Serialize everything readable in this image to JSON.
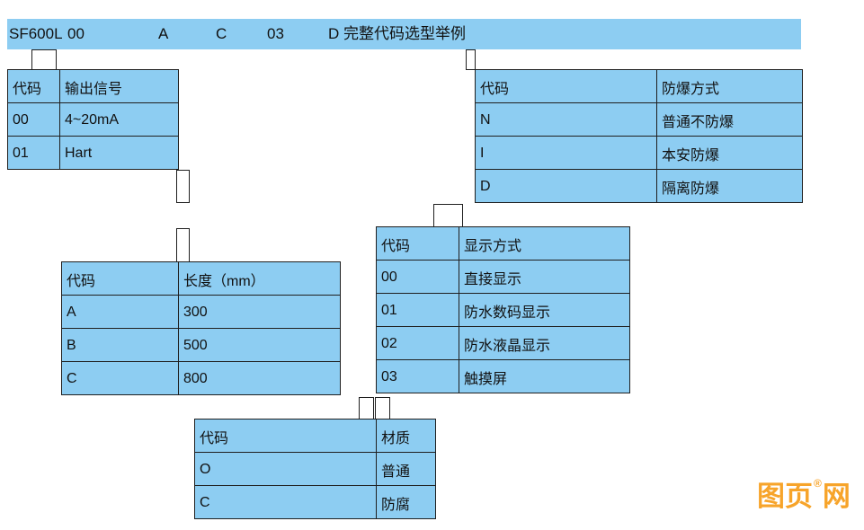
{
  "colors": {
    "table_fill": "#8DCDF2",
    "logo_orange": "#F7A42A"
  },
  "title_bar": {
    "model": "SF600L",
    "code_output_signal": "00",
    "code_length": "A",
    "code_material": "C",
    "code_display": "03",
    "code_explosion_proof": "D",
    "caption": "完整代码选型举例"
  },
  "tables": {
    "output_signal": {
      "headers": [
        "代码",
        "输出信号"
      ],
      "rows": [
        [
          "00",
          "4~20mA"
        ],
        [
          "01",
          "Hart"
        ]
      ]
    },
    "explosion_proof": {
      "headers": [
        "代码",
        "防爆方式"
      ],
      "rows": [
        [
          "N",
          "普通不防爆"
        ],
        [
          "I",
          "本安防爆"
        ],
        [
          "D",
          "隔离防爆"
        ]
      ]
    },
    "length": {
      "headers": [
        "代码",
        "长度（mm）"
      ],
      "rows": [
        [
          "A",
          "300"
        ],
        [
          "B",
          "500"
        ],
        [
          "C",
          "800"
        ]
      ]
    },
    "display": {
      "headers": [
        "代码",
        "显示方式"
      ],
      "rows": [
        [
          "00",
          "直接显示"
        ],
        [
          "01",
          "防水数码显示"
        ],
        [
          "02",
          "防水液晶显示"
        ],
        [
          "03",
          "触摸屏"
        ]
      ]
    },
    "material": {
      "headers": [
        "代码",
        "材质"
      ],
      "rows": [
        [
          "O",
          "普通"
        ],
        [
          "C",
          "防腐"
        ]
      ]
    }
  },
  "logo": {
    "prefix": "图页",
    "registered": "®",
    "suffix": "网"
  }
}
